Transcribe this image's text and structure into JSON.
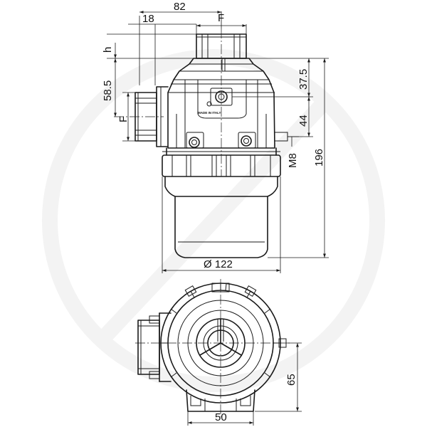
{
  "dimensions": {
    "width_82": "82",
    "width_18": "18",
    "thread_top": "F",
    "height_h": "h",
    "height_58_5": "58.5",
    "thread_side": "F",
    "height_37_5": "37.5",
    "height_44": "44",
    "gauge_m8": "M8",
    "height_196": "196",
    "diameter_122": "Ø 122",
    "height_65": "65",
    "width_50": "50"
  },
  "marking": "MADE IN ITALY"
}
